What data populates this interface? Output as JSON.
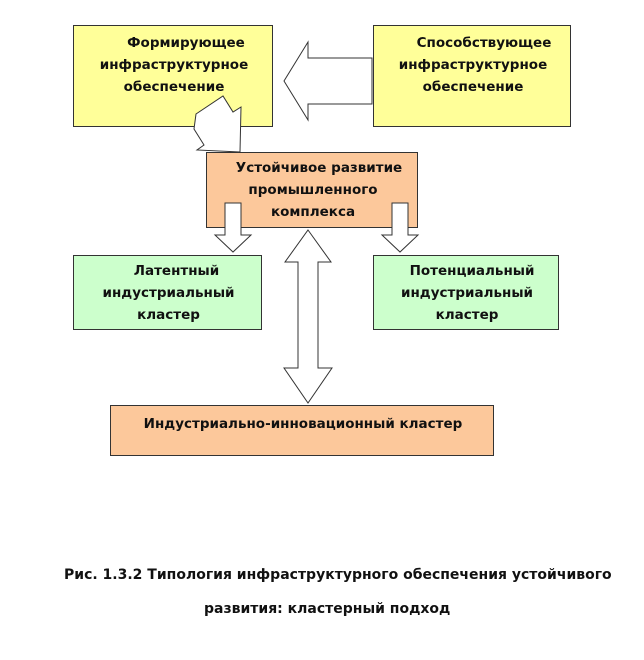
{
  "nodes": {
    "forming_support": {
      "lines": [
        "Формирующее",
        "инфраструктурное",
        "обеспечение"
      ],
      "color": "#ffff99"
    },
    "contributing_support": {
      "lines": [
        "Способствующее",
        "инфраструктурное",
        "обеспечение"
      ],
      "color": "#ffff99"
    },
    "sustainable_development": {
      "lines": [
        "Устойчивое развитие",
        "промышленного",
        "комплекса"
      ],
      "color": "#fcc89b"
    },
    "latent_cluster": {
      "lines": [
        "Латентный",
        "индустриальный",
        "кластер"
      ],
      "color": "#ccffcc"
    },
    "potential_cluster": {
      "lines": [
        "Потенциальный",
        "индустриальный",
        "кластер"
      ],
      "color": "#ccffcc"
    },
    "innovation_cluster": {
      "lines": [
        "Индустриально-инновационный кластер"
      ],
      "color": "#fcc89b"
    }
  },
  "caption": {
    "line1": "Рис. 1.3.2 Типология инфраструктурного обеспечения устойчивого",
    "line2": "развития: кластерный подход"
  }
}
